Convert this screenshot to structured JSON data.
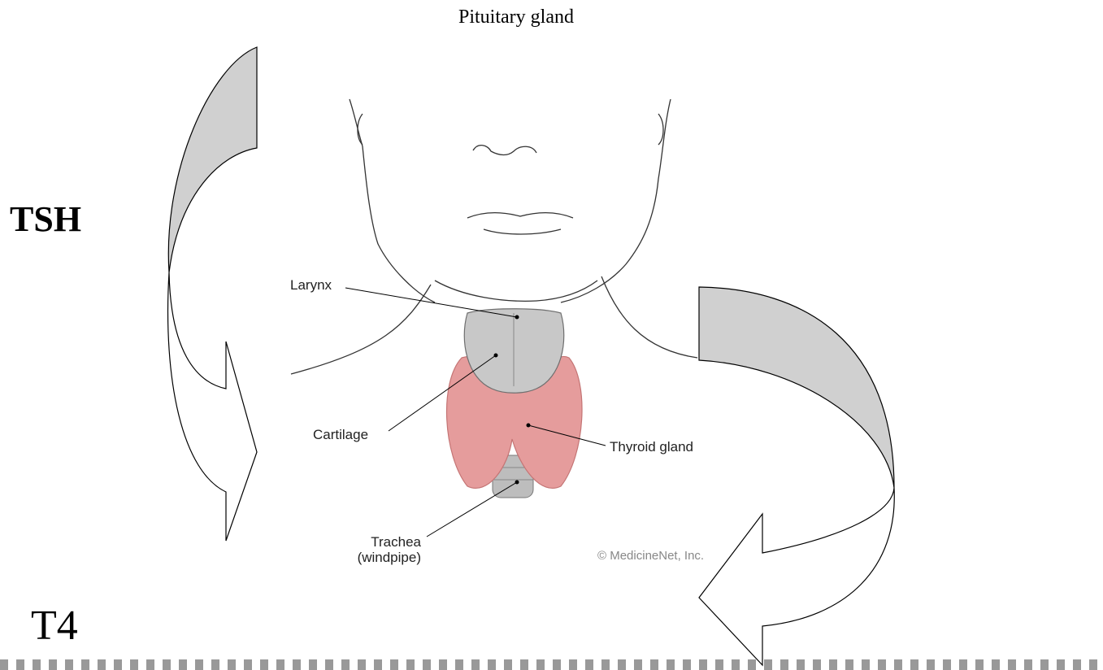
{
  "title": "Pituitary gland",
  "left_hormone": "TSH",
  "bottom_hormone": "T4",
  "labels": {
    "larynx": "Larynx",
    "cartilage": "Cartilage",
    "thyroid": "Thyroid gland",
    "trachea_line1": "Trachea",
    "trachea_line2": "(windpipe)",
    "copyright": "© MedicineNet, Inc."
  },
  "colors": {
    "arrow_fill": "#d0d0d0",
    "thyroid": "#e59c9c",
    "cartilage": "#c0c0c0"
  }
}
